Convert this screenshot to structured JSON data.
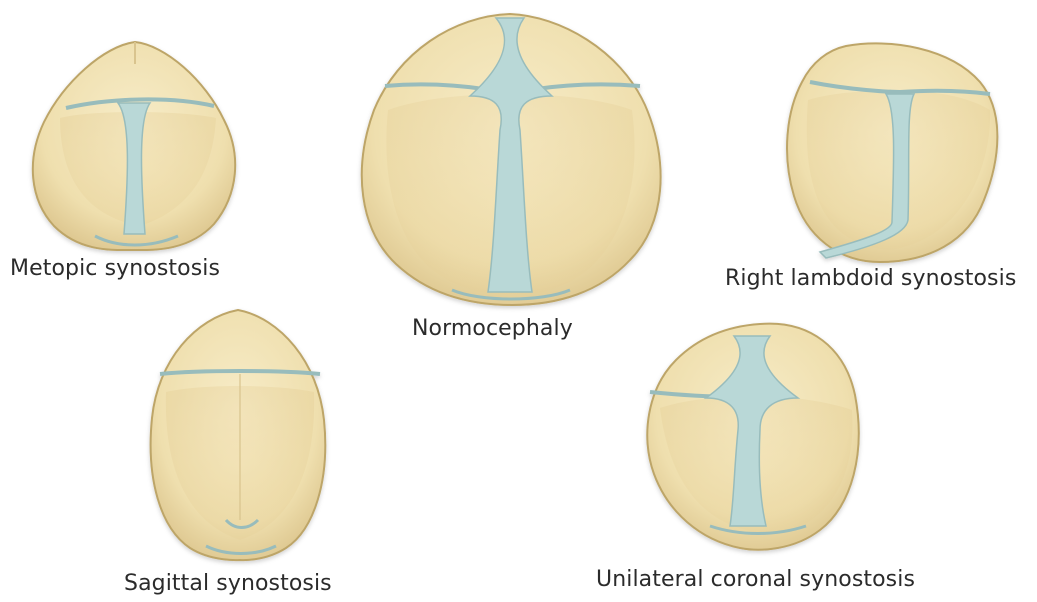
{
  "figure": {
    "skulls": [
      {
        "id": "metopic",
        "label": "Metopic synostosis"
      },
      {
        "id": "normocephaly",
        "label": "Normocephaly"
      },
      {
        "id": "right-lambdoid",
        "label": "Right lambdoid synostosis"
      },
      {
        "id": "sagittal",
        "label": "Sagittal synostosis"
      },
      {
        "id": "unilateral-coronal",
        "label": "Unilateral coronal synostosis"
      }
    ],
    "colors": {
      "bone": "#f1e2b5",
      "bone_shadow": "#d9c48e",
      "outline": "#bda567",
      "suture": "#b9d8d7",
      "suture_outline": "#98bcbc"
    }
  }
}
